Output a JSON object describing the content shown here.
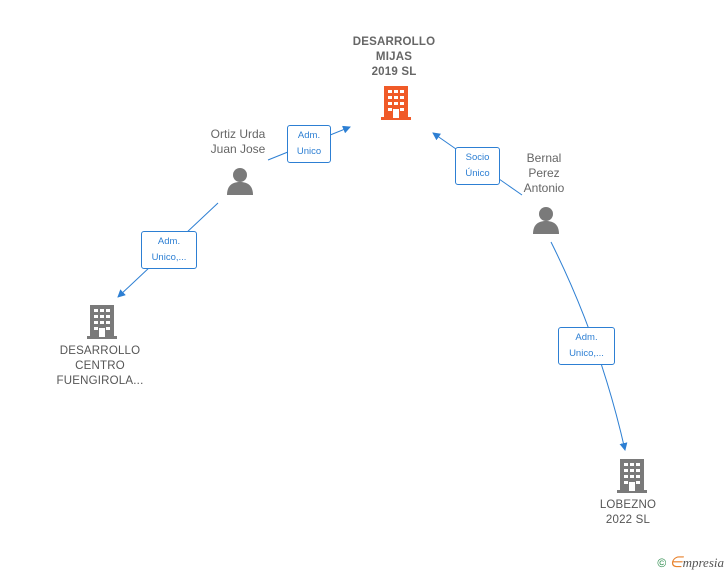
{
  "colors": {
    "accent": "#2d7fd3",
    "main_company": "#f05a28",
    "company": "#7a7a7a",
    "person": "#7a7a7a"
  },
  "nodes": {
    "main": {
      "label": "DESARROLLO\nMIJAS\n2019  SL",
      "icon": "building-icon"
    },
    "person1": {
      "label": "Ortiz Urda\nJuan Jose",
      "icon": "person-icon"
    },
    "person2": {
      "label": "Bernal\nPerez\nAntonio",
      "icon": "person-icon"
    },
    "company1": {
      "label": "DESARROLLO\nCENTRO\nFUENGIROLA...",
      "icon": "building-icon"
    },
    "company2": {
      "label": "LOBEZNO\n2022  SL",
      "icon": "building-icon"
    }
  },
  "edges": [
    {
      "from": "person1",
      "to": "main",
      "label": "Adm.\nUnico"
    },
    {
      "from": "person2",
      "to": "main",
      "label": "Socio\nÚnico"
    },
    {
      "from": "person1",
      "to": "company1",
      "label": "Adm.\nUnico,..."
    },
    {
      "from": "person2",
      "to": "company2",
      "label": "Adm.\nUnico,..."
    }
  ],
  "footer": {
    "copyright_symbol": "©",
    "brand_initial": "∈",
    "brand_rest": "mpresia"
  }
}
